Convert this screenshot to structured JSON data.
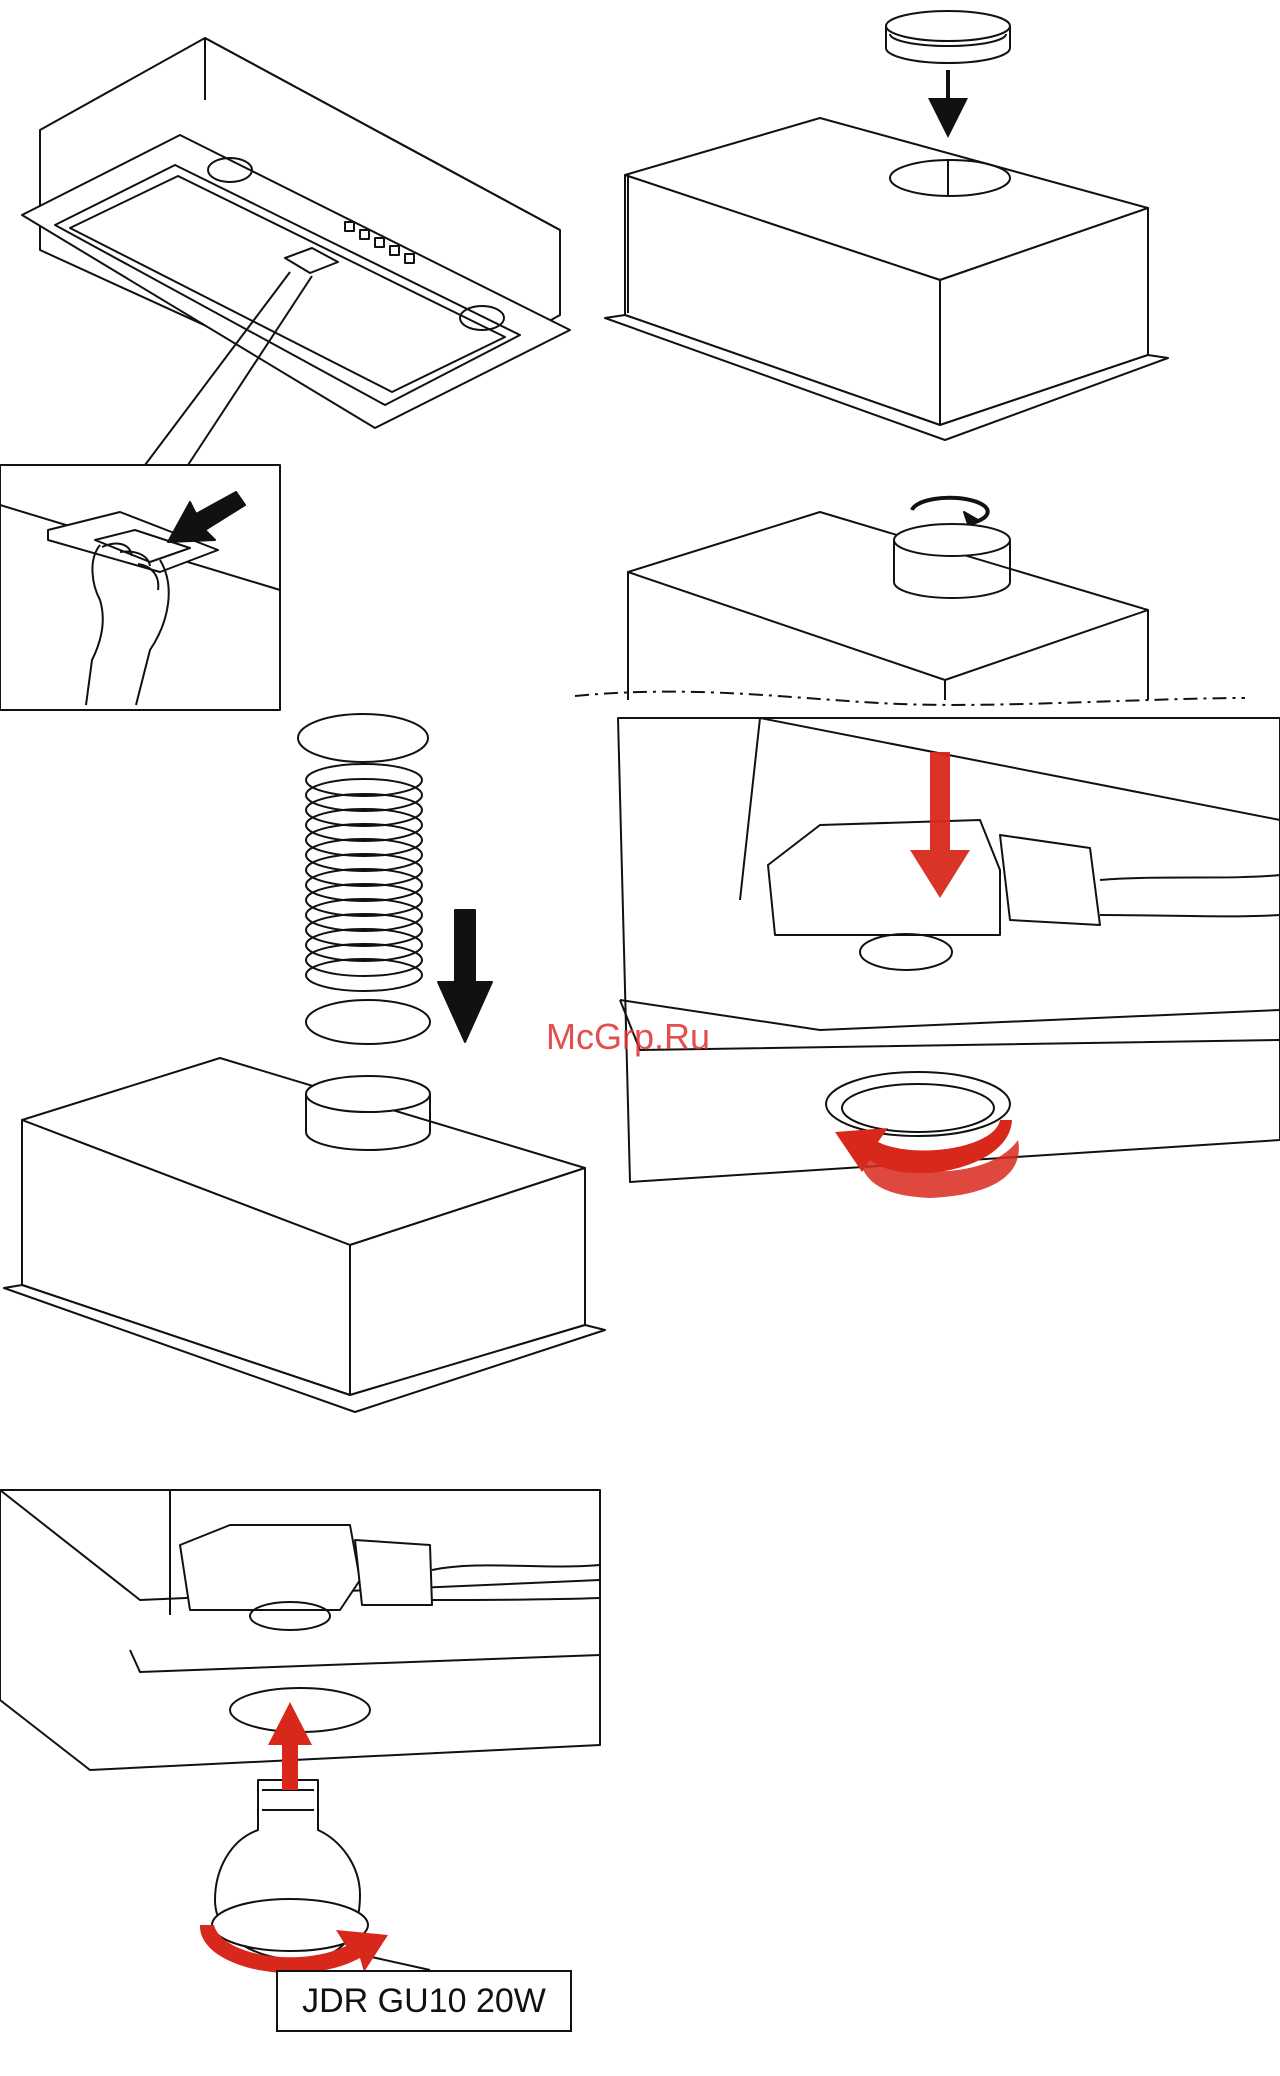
{
  "watermark": "McGrp.Ru",
  "bulb_label": "JDR GU10 20W",
  "colors": {
    "line": "#111111",
    "accent_red": "#d8281c",
    "background": "#ffffff"
  },
  "panels": [
    {
      "name": "hood-underside-with-push-detail",
      "icons": [
        "hand-icon",
        "push-arrow-icon"
      ]
    },
    {
      "name": "collar-insertion",
      "icons": [
        "down-arrow-icon"
      ]
    },
    {
      "name": "collar-rotate",
      "icons": [
        "rotate-arrow-icon"
      ]
    },
    {
      "name": "lamp-housing-twist",
      "icons": [
        "red-down-arrow-icon",
        "red-rotate-arrow-icon"
      ]
    },
    {
      "name": "duct-hose-attach",
      "icons": [
        "down-arrow-icon"
      ]
    },
    {
      "name": "bulb-replacement",
      "icons": [
        "red-up-arrow-icon",
        "red-rotate-arrow-icon"
      ]
    }
  ]
}
